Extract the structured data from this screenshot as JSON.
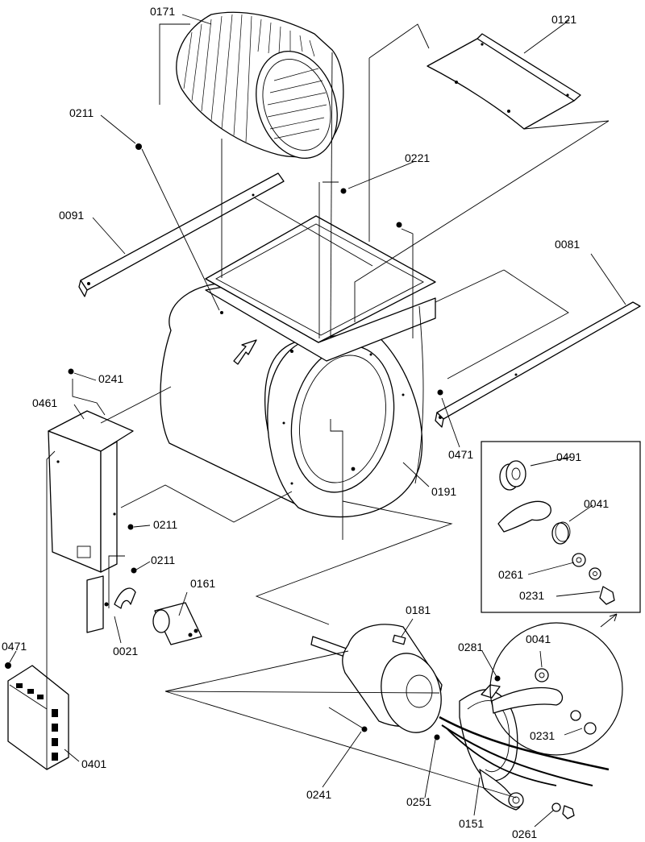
{
  "labels": {
    "p0171": "0171",
    "p0121": "0121",
    "p0211_top": "0211",
    "p0221": "0221",
    "p0091": "0091",
    "p0081": "0081",
    "p0241_left": "0241",
    "p0461": "0461",
    "p0471_right": "0471",
    "p0491": "0491",
    "p0041_inset": "0041",
    "p0191": "0191",
    "p0211_mid": "0211",
    "p0261_inset": "0261",
    "p0231_inset": "0231",
    "p0211_low": "0211",
    "p0161": "0161",
    "p0021": "0021",
    "p0181": "0181",
    "p0281": "0281",
    "p0041_detail": "0041",
    "p0471_left": "0471",
    "p0231_detail": "0231",
    "p0401": "0401",
    "p0241_bottom": "0241",
    "p0251": "0251",
    "p0151": "0151",
    "p0261_bottom": "0261"
  }
}
